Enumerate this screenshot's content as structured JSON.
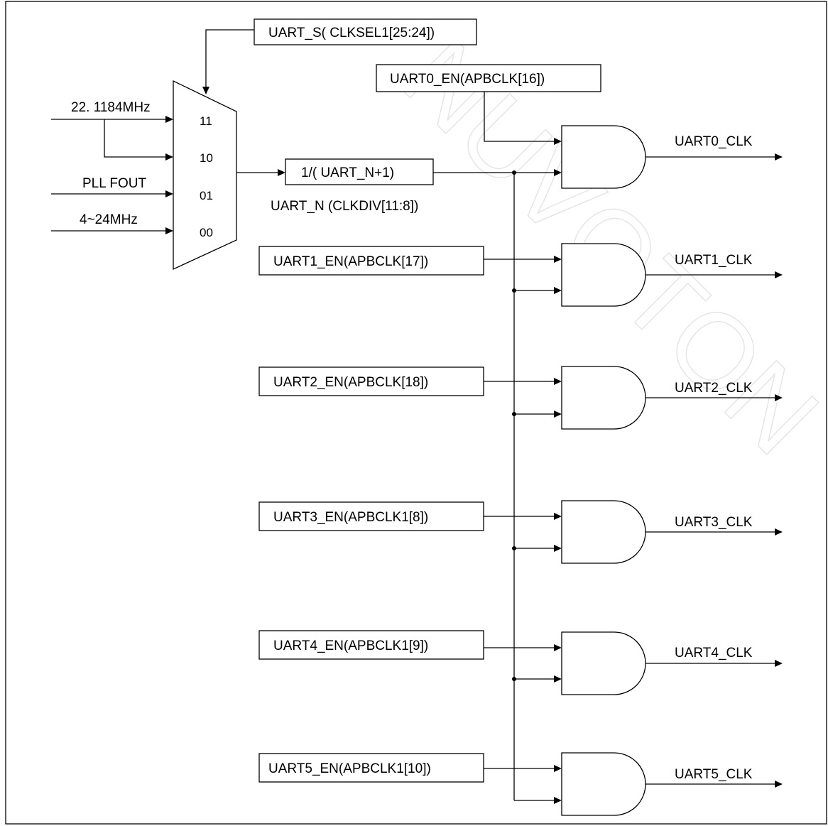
{
  "watermark": "NUVOTON",
  "mux": {
    "select": "UART_S( CLKSEL1[25:24])",
    "inputs": [
      {
        "label": "22. 1184MHz",
        "codes": [
          "11",
          "10"
        ]
      },
      {
        "label": "PLL FOUT",
        "codes": [
          "01"
        ]
      },
      {
        "label": "4~24MHz",
        "codes": [
          "00"
        ]
      }
    ]
  },
  "divider": {
    "label": "1/( UART_N+1)",
    "caption": "UART_N (CLKDIV[11:8])"
  },
  "channels": [
    {
      "enable": "UART0_EN(APBCLK[16])",
      "output": "UART0_CLK"
    },
    {
      "enable": "UART1_EN(APBCLK[17])",
      "output": "UART1_CLK"
    },
    {
      "enable": "UART2_EN(APBCLK[18])",
      "output": "UART2_CLK"
    },
    {
      "enable": "UART3_EN(APBCLK1[8])",
      "output": "UART3_CLK"
    },
    {
      "enable": "UART4_EN(APBCLK1[9])",
      "output": "UART4_CLK"
    },
    {
      "enable": "UART5_EN(APBCLK1[10])",
      "output": "UART5_CLK"
    }
  ]
}
